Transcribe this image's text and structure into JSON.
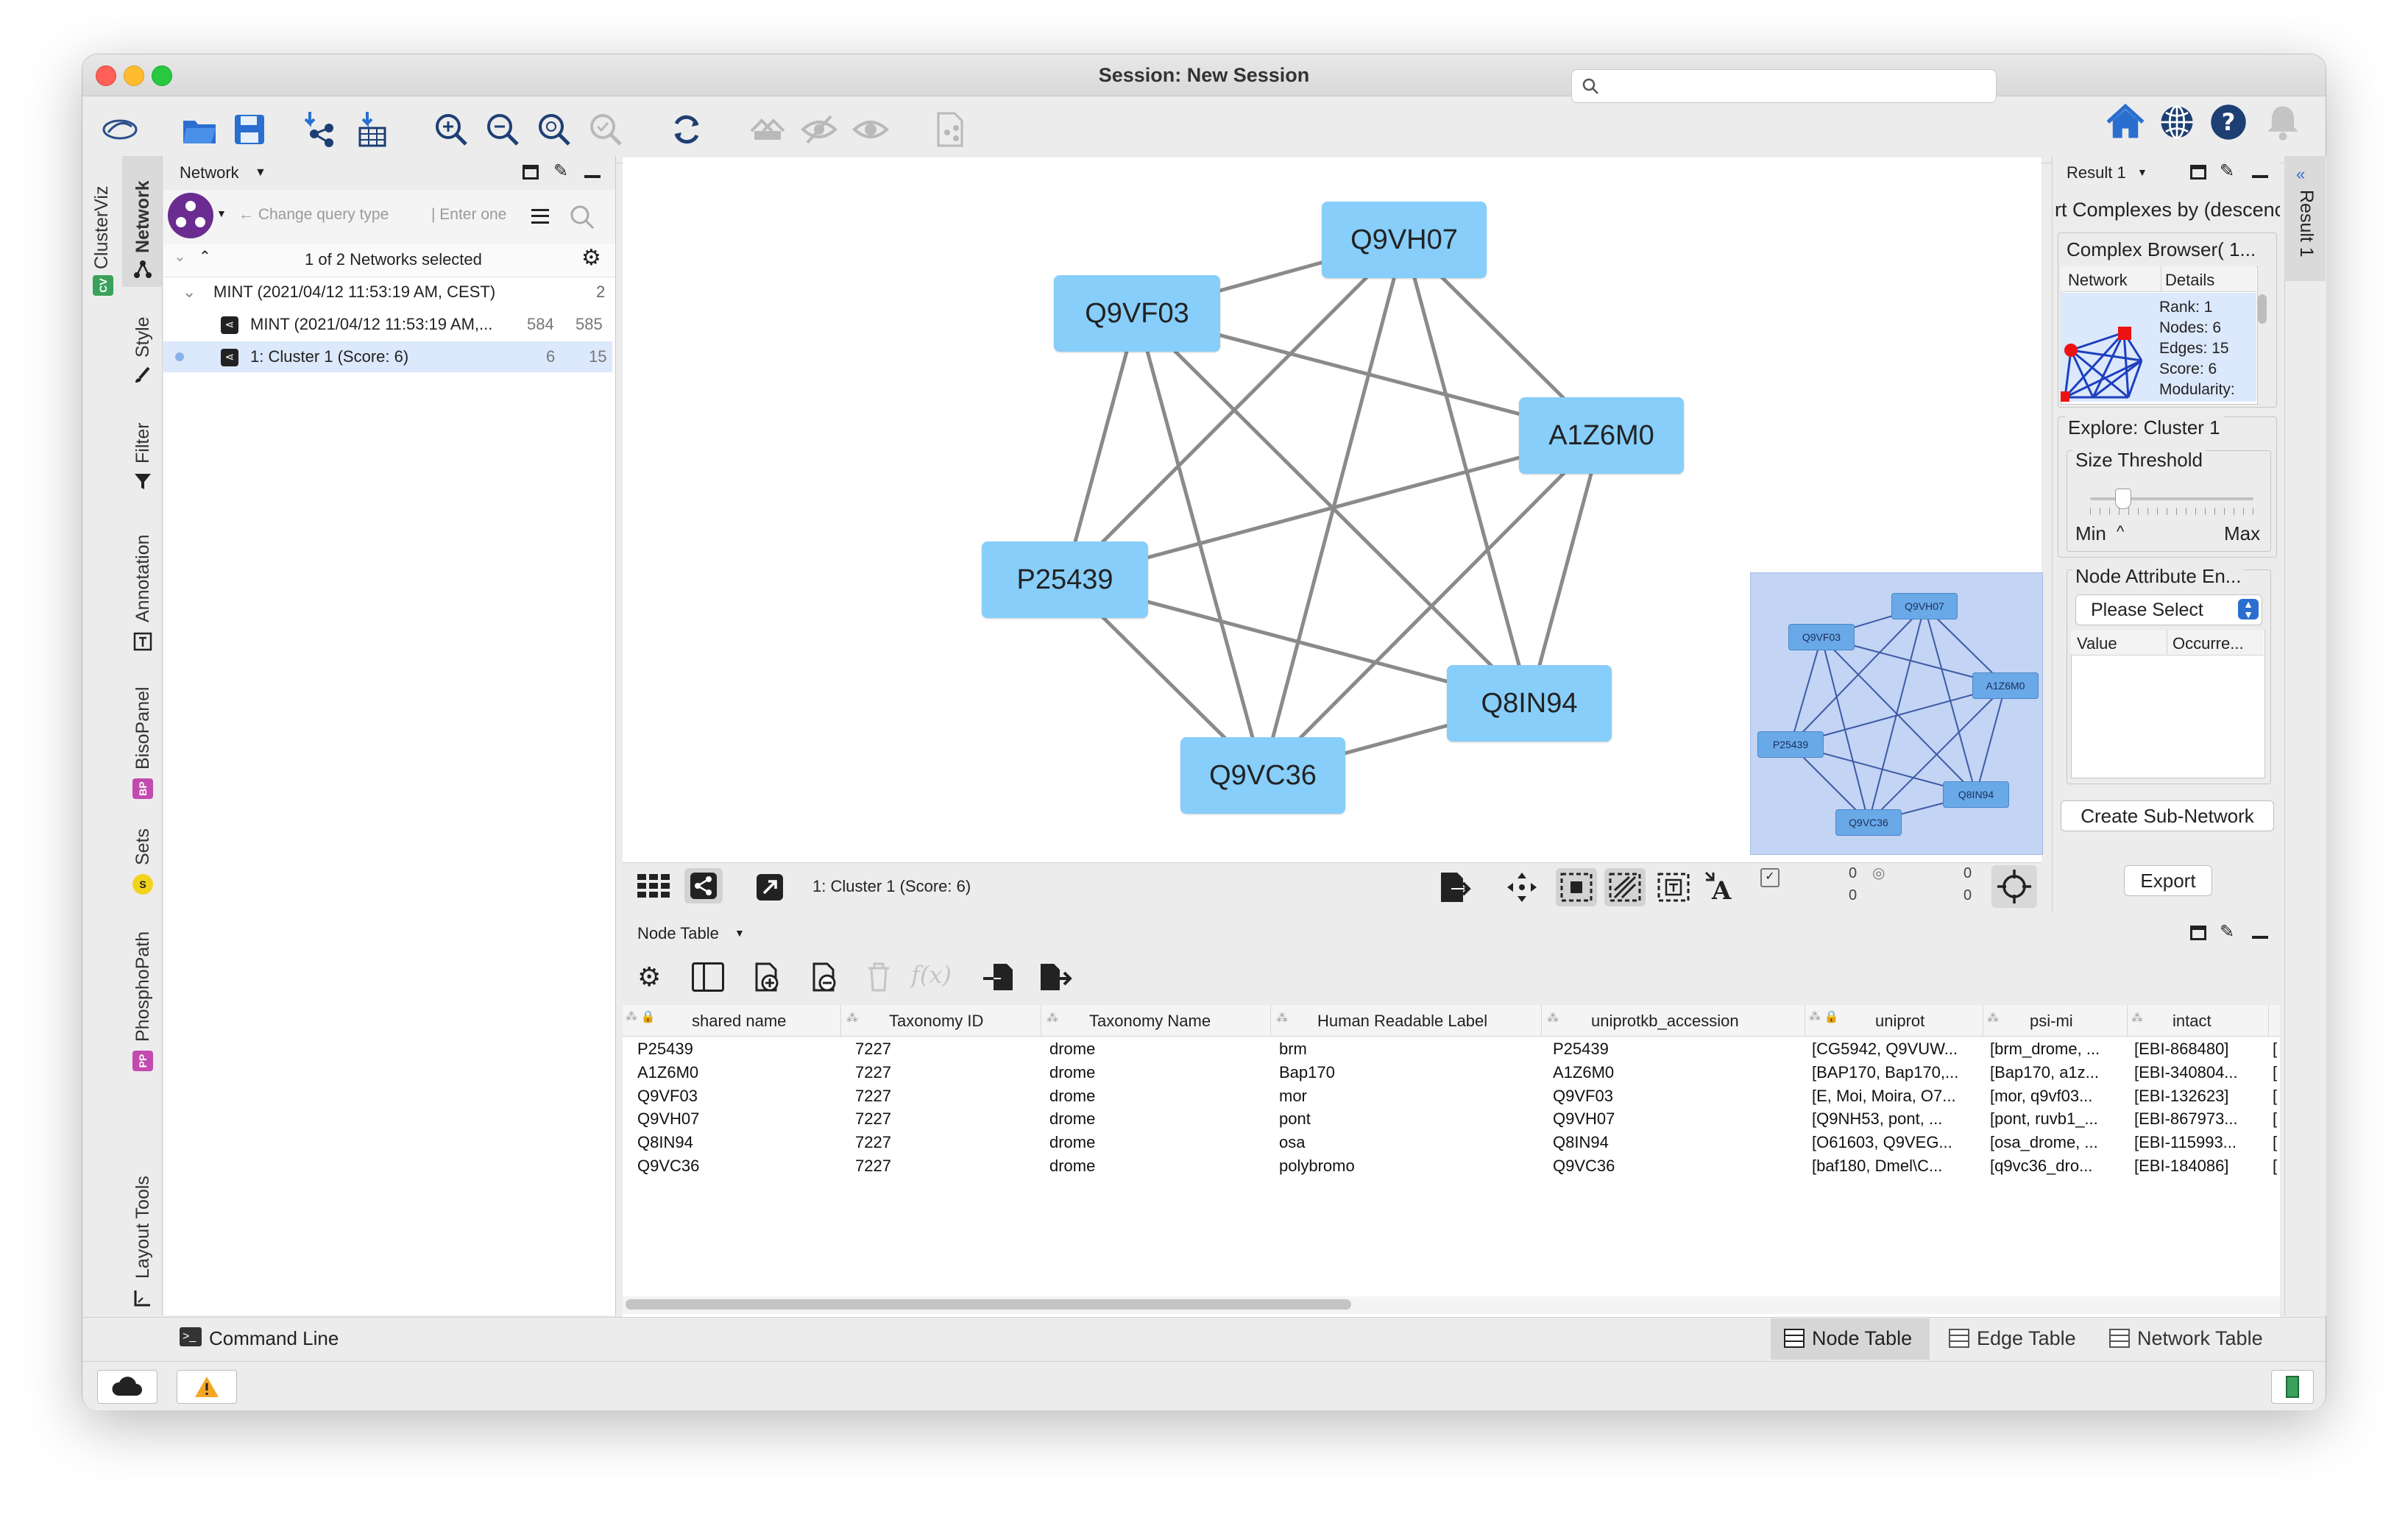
{
  "window": {
    "title": "Session: New Session"
  },
  "colors": {
    "accent": "#2a6fd0",
    "node_fill": "#87cefa",
    "edge": "#8a8a8a",
    "selected_row": "#dce8fb",
    "minimap_bg": "#c3d4f4"
  },
  "toolbar": {
    "icons": [
      "cytoscape-logo-icon",
      "open-folder-icon",
      "save-icon",
      "import-network-icon",
      "import-table-icon",
      "zoom-in-icon",
      "zoom-out-icon",
      "zoom-fit-icon",
      "zoom-selected-icon",
      "refresh-icon",
      "home-hide-icon",
      "eye-hide-icon",
      "eye-show-icon",
      "export-image-icon"
    ],
    "search_placeholder": "",
    "right_icons": [
      "home-icon",
      "globe-icon",
      "help-icon",
      "notification-bell-icon"
    ]
  },
  "left_tabs": [
    "ClusterViz",
    "Network",
    "Style",
    "Filter",
    "Annotation",
    "BisoPanel",
    "Sets",
    "PhosphoPath",
    "Layout Tools"
  ],
  "left_tab_badges": {
    "ClusterViz": "CV",
    "BisoPanel": "BP",
    "Sets": "S",
    "PhosphoPath": "PP"
  },
  "network_panel": {
    "title": "Network",
    "query_type": "← Change query type",
    "query_placeholder": "| Enter one",
    "selection_summary": "1 of 2 Networks selected",
    "root": {
      "label": "MINT (2021/04/12 11:53:19 AM, CEST)",
      "count": "2"
    },
    "children": [
      {
        "label": "MINT (2021/04/12 11:53:19 AM,...",
        "nodes": "584",
        "edges": "585"
      },
      {
        "label": "1: Cluster 1 (Score: 6)",
        "nodes": "6",
        "edges": "15"
      }
    ]
  },
  "graph": {
    "nodes": [
      {
        "id": "Q9VH07",
        "label": "Q9VH07"
      },
      {
        "id": "Q9VF03",
        "label": "Q9VF03"
      },
      {
        "id": "A1Z6M0",
        "label": "A1Z6M0"
      },
      {
        "id": "P25439",
        "label": "P25439"
      },
      {
        "id": "Q8IN94",
        "label": "Q8IN94"
      },
      {
        "id": "Q9VC36",
        "label": "Q9VC36"
      }
    ],
    "edge_count": 15,
    "network_label": "1: Cluster 1 (Score: 6)",
    "selection_counts": {
      "nodes_selected": "0",
      "nodes_hidden": "0",
      "edges_selected": "0",
      "edges_hidden": "0"
    }
  },
  "result_panel": {
    "title": "Result 1",
    "heading": "rt Complexes by (descenc",
    "browser_title": "Complex Browser( 1...",
    "columns": [
      "Network",
      "Details"
    ],
    "details": [
      "Rank: 1",
      "Nodes: 6",
      "Edges: 15",
      "Score: 6",
      "Modularity:"
    ],
    "explore_title": "Explore: Cluster 1",
    "size_threshold": "Size Threshold",
    "slider_min": "Min",
    "slider_caret": "^",
    "slider_max": "Max",
    "attr_title": "Node Attribute En...",
    "select_label": "Please Select",
    "attr_columns": [
      "Value",
      "Occurre..."
    ],
    "create_button": "Create Sub-Network",
    "export_button": "Export",
    "side_tab": "Result 1"
  },
  "node_table": {
    "title": "Node Table",
    "columns": [
      "shared name",
      "Taxonomy ID",
      "Taxonomy Name",
      "Human Readable Label",
      "uniprotkb_accession",
      "uniprot",
      "psi-mi",
      "intact"
    ],
    "rows": [
      [
        "P25439",
        "7227",
        "drome",
        "brm",
        "P25439",
        "[CG5942, Q9VUW...",
        "[brm_drome, ...",
        "[EBI-868480]"
      ],
      [
        "A1Z6M0",
        "7227",
        "drome",
        "Bap170",
        "A1Z6M0",
        "[BAP170, Bap170,...",
        "[Bap170, a1z...",
        "[EBI-340804..."
      ],
      [
        "Q9VF03",
        "7227",
        "drome",
        "mor",
        "Q9VF03",
        "[E, Moi, Moira, O7...",
        "[mor, q9vf03...",
        "[EBI-132623]"
      ],
      [
        "Q9VH07",
        "7227",
        "drome",
        "pont",
        "Q9VH07",
        "[Q9NH53, pont, ...",
        "[pont, ruvb1_...",
        "[EBI-867973..."
      ],
      [
        "Q8IN94",
        "7227",
        "drome",
        "osa",
        "Q8IN94",
        "[O61603, Q9VEG...",
        "[osa_drome, ...",
        "[EBI-115993..."
      ],
      [
        "Q9VC36",
        "7227",
        "drome",
        "polybromo",
        "Q9VC36",
        "[baf180, Dmel\\C...",
        "[q9vc36_dro...",
        "[EBI-184086]"
      ]
    ],
    "overflow_marker": "["
  },
  "bottom_bar": {
    "command_line": "Command Line",
    "tabs": [
      "Node Table",
      "Edge Table",
      "Network Table"
    ]
  }
}
